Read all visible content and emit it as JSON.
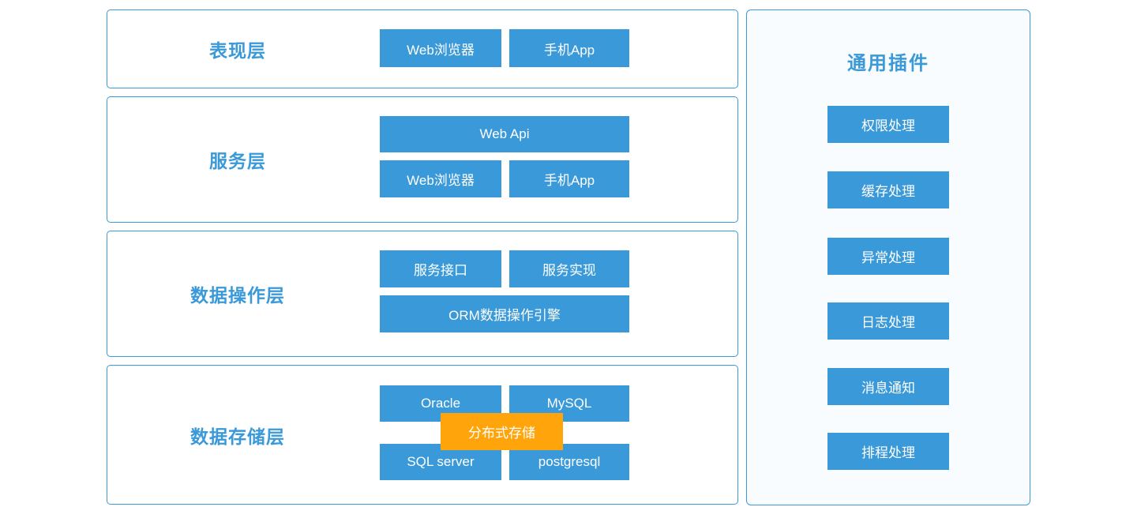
{
  "colors": {
    "primary": "#3A99D8",
    "accent_orange": "#FFA40B",
    "panel_bg": "#F8FCFE",
    "node_text": "#FFFFFF"
  },
  "layers": [
    {
      "label": "表现层",
      "nodes": [
        "Web浏览器",
        "手机App"
      ]
    },
    {
      "label": "服务层",
      "nodes": [
        "Web Api",
        "Web浏览器",
        "手机App"
      ]
    },
    {
      "label": "数据操作层",
      "nodes": [
        "服务接口",
        "服务实现",
        "ORM数据操作引擎"
      ]
    },
    {
      "label": "数据存储层",
      "nodes": [
        "Oracle",
        "MySQL",
        "SQL server",
        "postgresql",
        "分布式存储"
      ]
    }
  ],
  "plugins_panel": {
    "title": "通用插件",
    "items": [
      "权限处理",
      "缓存处理",
      "异常处理",
      "日志处理",
      "消息通知",
      "排程处理"
    ]
  }
}
